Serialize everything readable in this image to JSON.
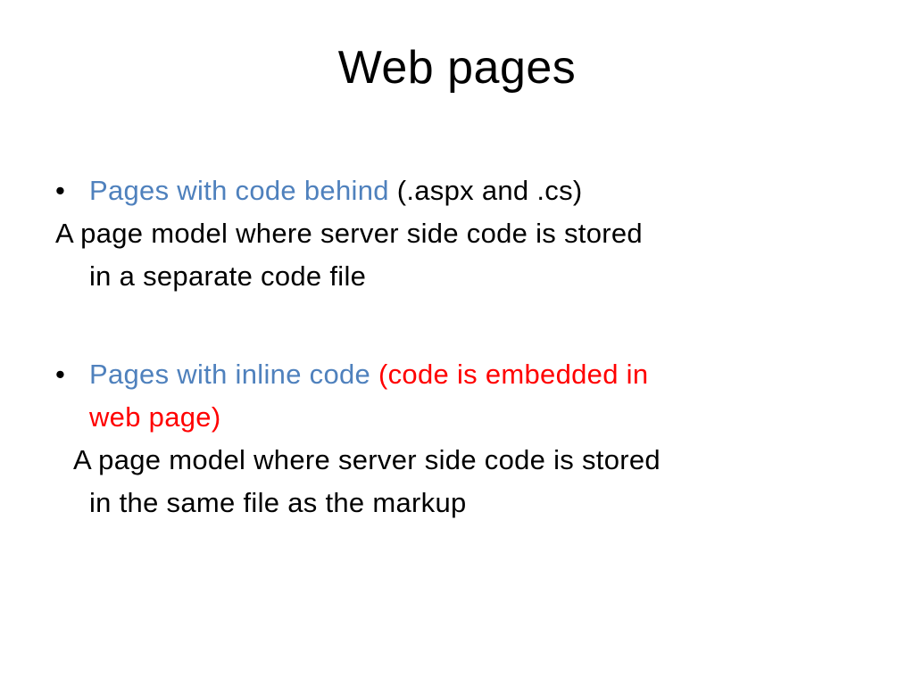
{
  "title": "Web pages",
  "colors": {
    "accent_blue": "#4f81bd",
    "emphasis_red": "#ff0000",
    "text": "#000000",
    "background": "#ffffff"
  },
  "bullets": [
    {
      "bullet_glyph": "•",
      "lead": "Pages with code behind",
      "rest": " (.aspx  and .cs)"
    },
    {
      "bullet_glyph": "•",
      "lead": "Pages with  inline code",
      "rest_line1": " (code is embedded in",
      "rest_line2": "web page)"
    }
  ],
  "descriptions": [
    {
      "line1": "A page model where server side code is stored",
      "line2": "in a separate code file"
    },
    {
      "line1": "A page model where server side code is stored",
      "line2": "in the same file as the markup"
    }
  ]
}
